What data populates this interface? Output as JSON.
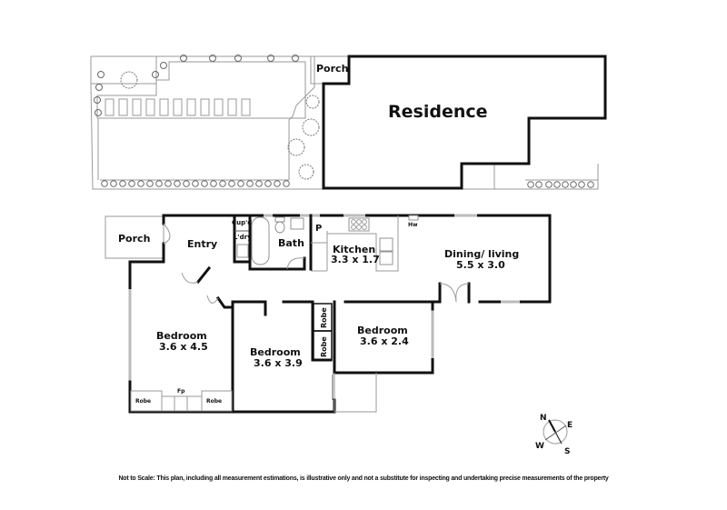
{
  "site_plan": {
    "porch_label": "Porch",
    "residence_label": "Residence"
  },
  "floor_plan": {
    "rooms": {
      "porch": {
        "name": "Porch"
      },
      "entry": {
        "name": "Entry"
      },
      "cupboard": {
        "name": "Cup'd"
      },
      "laundry": {
        "name": "L'dry"
      },
      "bath": {
        "name": "Bath"
      },
      "pantry": {
        "name": "P"
      },
      "kitchen": {
        "name": "Kitchen",
        "size": "3.3 x 1.7"
      },
      "hot_water": {
        "name": "Hw"
      },
      "dining_living": {
        "name": "Dining/ living",
        "size": "5.5 x 3.0"
      },
      "bedroom1": {
        "name": "Bedroom",
        "size": "3.6 x 4.5"
      },
      "bedroom2": {
        "name": "Bedroom",
        "size": "3.6 x 3.9"
      },
      "bedroom3": {
        "name": "Bedroom",
        "size": "3.6 x 2.4"
      },
      "robe_b1_left": {
        "name": "Robe"
      },
      "robe_b1_right": {
        "name": "Robe"
      },
      "fireplace": {
        "name": "Fp"
      },
      "robe_b2": {
        "name": "Robe"
      },
      "robe_b3": {
        "name": "Robe"
      }
    }
  },
  "compass": {
    "n": "N",
    "e": "E",
    "s": "S",
    "w": "W"
  },
  "disclaimer": "Not to Scale: This plan, including all measurement estimations, is illustrative only and not a substitute for inspecting and undertaking precise measurements of the property"
}
